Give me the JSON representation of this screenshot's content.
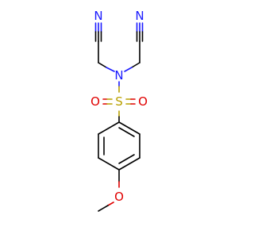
{
  "molecule": {
    "atoms": {
      "nitrile_n_left": "N",
      "nitrile_n_right": "N",
      "amine_n": "N",
      "sulfur": "S",
      "sulfonyl_o_left": "O",
      "sulfonyl_o_right": "O",
      "ether_o": "O"
    },
    "colors": {
      "nitrogen": "#1a1aff",
      "oxygen": "#e00000",
      "sulfur": "#b8a000",
      "carbon_bond": "#000000",
      "background": "#ffffff"
    }
  }
}
